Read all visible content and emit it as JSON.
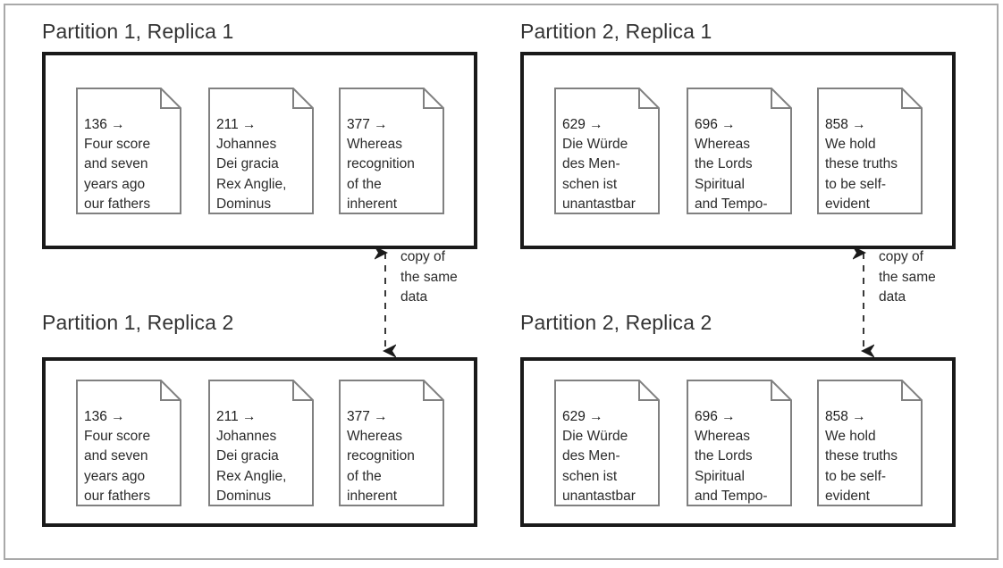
{
  "figure": {
    "panels": [
      {
        "title": "Partition 1, Replica 1",
        "documents": [
          {
            "id": "136",
            "arrow": "→",
            "text": "Four score\nand seven\nyears ago\nour fathers"
          },
          {
            "id": "211",
            "arrow": "→",
            "text": "Johannes\nDei gracia\nRex Anglie,\nDominus"
          },
          {
            "id": "377",
            "arrow": "→",
            "text": "Whereas\nrecognition\nof the\ninherent"
          }
        ]
      },
      {
        "title": "Partition 2, Replica 1",
        "documents": [
          {
            "id": "629",
            "arrow": "→",
            "text": "Die Würde\ndes Men-\nschen ist\nunantastbar"
          },
          {
            "id": "696",
            "arrow": "→",
            "text": "Whereas\nthe Lords\nSpiritual\nand Tempo-"
          },
          {
            "id": "858",
            "arrow": "→",
            "text": "We hold\nthese truths\nto be self-\nevident"
          }
        ]
      },
      {
        "title": "Partition 1, Replica 2",
        "documents": [
          {
            "id": "136",
            "arrow": "→",
            "text": "Four score\nand seven\nyears ago\nour fathers"
          },
          {
            "id": "211",
            "arrow": "→",
            "text": "Johannes\nDei gracia\nRex Anglie,\nDominus"
          },
          {
            "id": "377",
            "arrow": "→",
            "text": "Whereas\nrecognition\nof the\ninherent"
          }
        ]
      },
      {
        "title": "Partition 2, Replica 2",
        "documents": [
          {
            "id": "629",
            "arrow": "→",
            "text": "Die Würde\ndes Men-\nschen ist\nunantastbar"
          },
          {
            "id": "696",
            "arrow": "→",
            "text": "Whereas\nthe Lords\nSpiritual\nand Tempo-"
          },
          {
            "id": "858",
            "arrow": "→",
            "text": "We hold\nthese truths\nto be self-\nevident"
          }
        ]
      }
    ],
    "connectors": [
      {
        "label": "copy of\nthe same\ndata"
      },
      {
        "label": "copy of\nthe same\ndata"
      }
    ],
    "colors": {
      "panel_border": "#1a1a1a",
      "card_border": "#808080",
      "text": "#2b2b2b",
      "title_text": "#333333",
      "outer_frame": "#a9a9a9",
      "background": "#ffffff"
    }
  }
}
